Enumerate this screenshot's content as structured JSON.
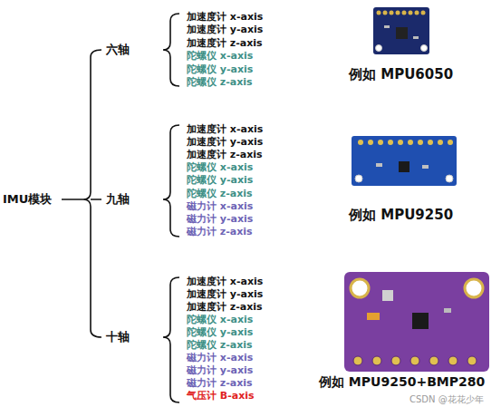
{
  "diagram": {
    "labels": [
      "IMU模块",
      "六轴",
      "加速度计 x-axis",
      "加速度计 y-axis",
      "加速度计 z-axis",
      "陀螺仪 x-axis",
      "陀螺仪 y-axis",
      "陀螺仪 z-axis",
      "例如 MPU6050",
      "九轴",
      "加速度计 x-axis",
      "加速度计 y-axis",
      "加速度计 z-axis",
      "陀螺仪 x-axis",
      "陀螺仪 y-axis",
      "陀螺仪 z-axis",
      "磁力计 x-axis",
      "磁力计 y-axis",
      "磁力计 z-axis",
      "例如 MPU9250",
      "十轴",
      "加速度计 x-axis",
      "加速度计 y-axis",
      "加速度计 z-axis",
      "陀螺仪 x-axis",
      "陀螺仪 y-axis",
      "陀螺仪 z-axis",
      "磁力计 x-axis",
      "磁力计 y-axis",
      "磁力计 z-axis",
      "气压计 B-axis",
      "例如 MPU9250+BMP280",
      "CSDN @花花少年"
    ]
  }
}
